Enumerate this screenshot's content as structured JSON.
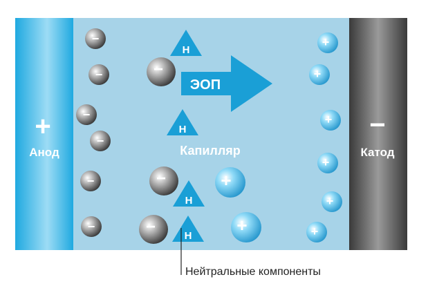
{
  "anode": {
    "sign": "+",
    "label": "Анод"
  },
  "cathode": {
    "sign": "−",
    "label": "Катод"
  },
  "capillary": {
    "label": "Капилляр"
  },
  "flow": {
    "label": "ЭОП"
  },
  "neutral": {
    "symbol": "Н",
    "caption": "Нейтральные компоненты"
  },
  "particles": {
    "negative_sign": "−",
    "positive_sign": "+"
  },
  "colors": {
    "capillary": "#a7d3e8",
    "anode": "#29b5e8",
    "cathode": "#5e5e5e",
    "arrow": "#1a9fd6",
    "neutral_triangle": "#1a9fd6",
    "negative_particle": "#7a7a7a",
    "positive_particle": "#56c4ee"
  }
}
